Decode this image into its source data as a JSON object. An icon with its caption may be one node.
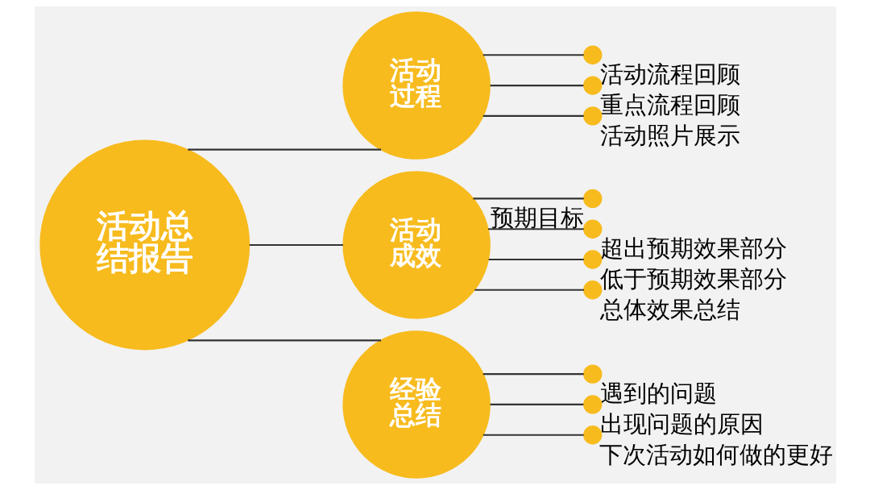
{
  "diagram": {
    "nodes": [
      {
        "text": [
          "活动总结报告"
        ]
      },
      {
        "text": [
          "活动过程"
        ]
      },
      {
        "text": [
          "活动成效"
        ]
      },
      {
        "text": [
          "经验总结"
        ]
      },
      {
        "text": [],
        "shape": "circle",
        "beside": [
          "活动流程回顾"
        ]
      },
      {
        "text": [],
        "shape": "circle",
        "beside": [
          "重点流程回顾"
        ]
      },
      {
        "text": [],
        "shape": "circle",
        "beside": [
          "活动照片展示"
        ]
      },
      {
        "text": [],
        "shape": "circle",
        "beside": [
          "预期目标"
        ]
      },
      {
        "text": [],
        "shape": "circle",
        "beside": [
          "超出预期效果部分"
        ]
      },
      {
        "text": [],
        "shape": "circle",
        "beside": [
          "低于预期效果部分"
        ]
      },
      {
        "text": [],
        "shape": "circle",
        "beside": [
          "总体效果总结"
        ]
      },
      {
        "text": [],
        "shape": "circle",
        "beside": [
          "遇到的问题"
        ]
      },
      {
        "text": [],
        "shape": "circle",
        "beside": [
          "出现问题的原因"
        ]
      },
      {
        "text": [],
        "shape": "circle",
        "beside": [
          "下次活动如何做的更好"
        ]
      }
    ],
    "edges": [
      {
        "from": 0,
        "to": 1,
        "arrow": "none"
      },
      {
        "from": 0,
        "to": 2,
        "arrow": "none"
      },
      {
        "from": 0,
        "to": 3,
        "arrow": "none"
      },
      {
        "from": 1,
        "to": 4,
        "arrow": "none"
      },
      {
        "from": 1,
        "to": 5,
        "arrow": "none"
      },
      {
        "from": 1,
        "to": 6,
        "arrow": "none"
      },
      {
        "from": 2,
        "to": 7,
        "arrow": "none"
      },
      {
        "from": 2,
        "to": 8,
        "arrow": "none"
      },
      {
        "from": 2,
        "to": 9,
        "arrow": "none"
      },
      {
        "from": 2,
        "to": 10,
        "arrow": "none"
      },
      {
        "from": 3,
        "to": 11,
        "arrow": "none"
      },
      {
        "from": 3,
        "to": 12,
        "arrow": "none"
      },
      {
        "from": 3,
        "to": 13,
        "arrow": "none"
      }
    ]
  }
}
